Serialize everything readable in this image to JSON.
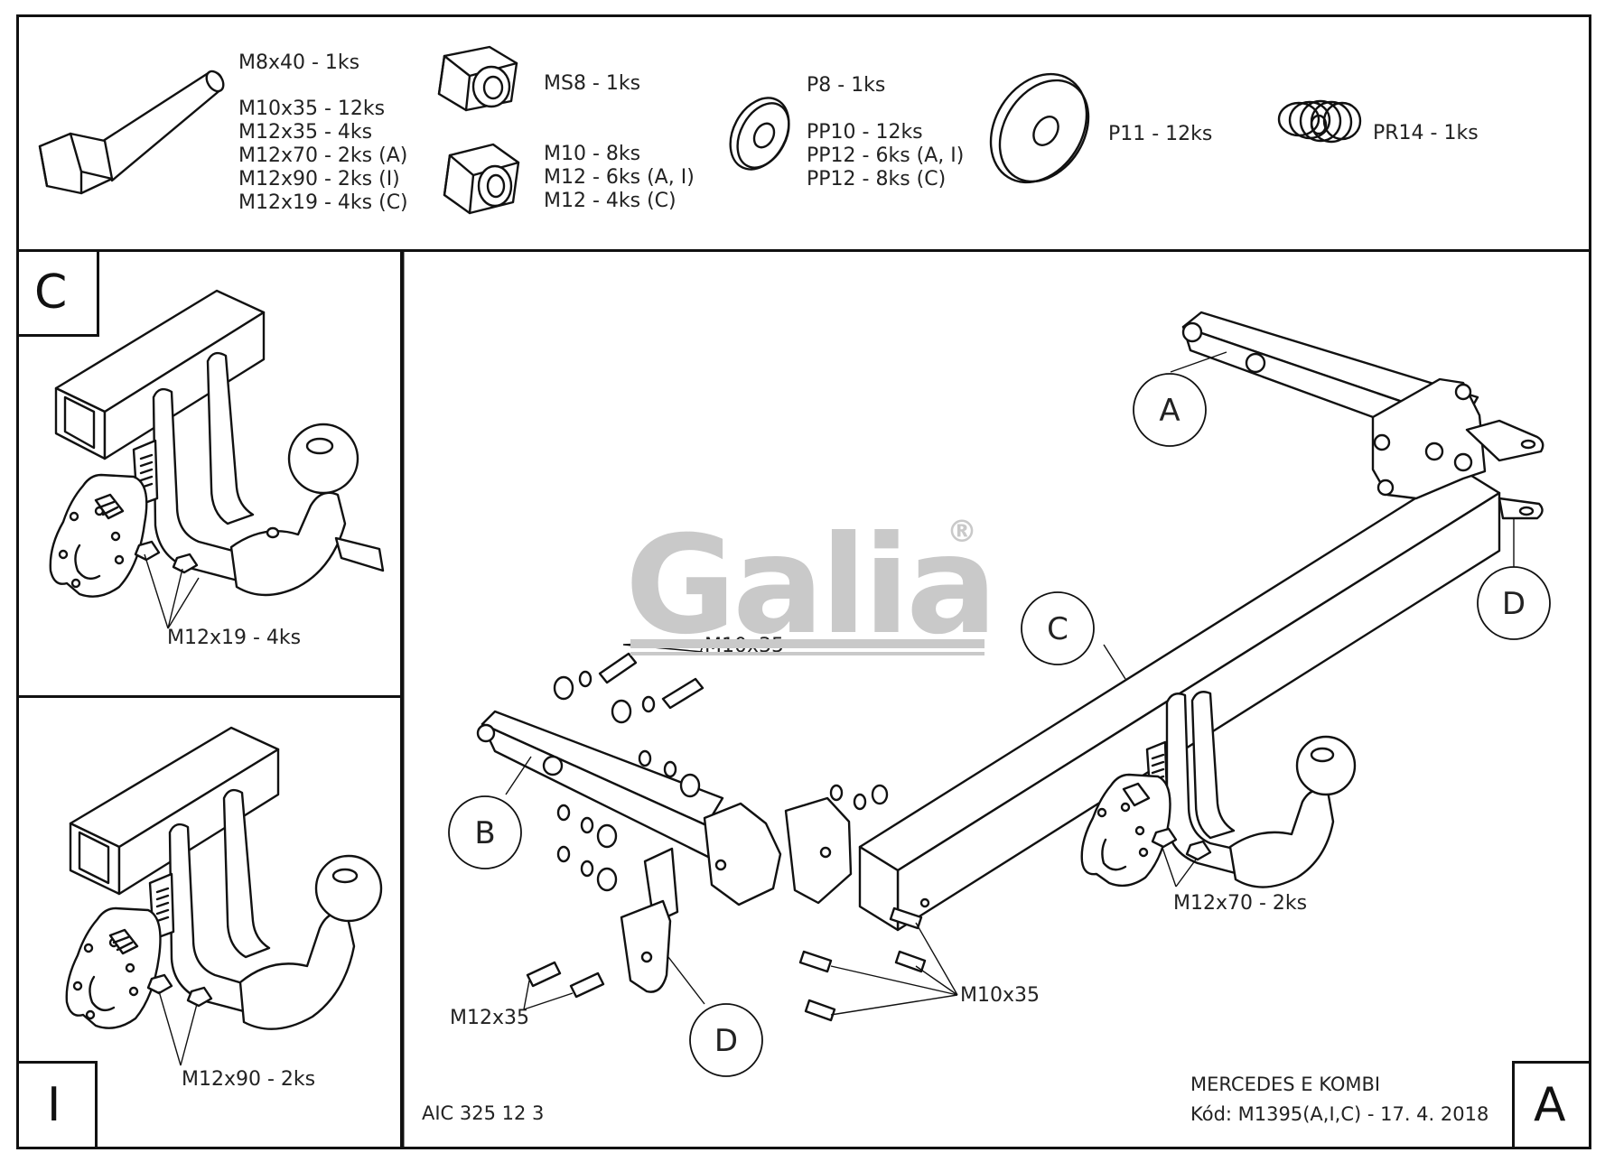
{
  "parts": {
    "bolt": [
      "M8x40 - 1ks",
      "M10x35 - 12ks",
      "M12x35 - 4ks",
      "M12x70 - 2ks (A)",
      "M12x90 - 2ks (I)",
      "M12x19 - 4ks (C)"
    ],
    "self_lock_nut": "MS8 - 1ks",
    "nut": [
      "M10 - 8ks",
      "M12 - 6ks (A, I)",
      "M12 - 4ks (C)"
    ],
    "washer_small": [
      "P8 - 1ks",
      "PP10 - 12ks",
      "PP12 - 6ks (A, I)",
      "PP12 - 8ks (C)"
    ],
    "washer_large": "P11 - 12ks",
    "spring": "PR14 - 1ks"
  },
  "variants": {
    "c": {
      "letter": "C",
      "bolt_label": "M12x19 - 4ks"
    },
    "i": {
      "letter": "I",
      "bolt_label": "M12x90 - 2ks"
    },
    "a": {
      "letter": "A",
      "bolt_label": "M12x70 - 2ks"
    }
  },
  "main": {
    "callouts": {
      "a": "A",
      "b": "B",
      "c": "C",
      "d1": "D",
      "d2": "D"
    },
    "labels": {
      "m10_top": "M10x35",
      "m10_bottom": "M10x35",
      "m12x35": "M12x35"
    }
  },
  "logo": {
    "text": "Galia",
    "mark": "®"
  },
  "footer": {
    "doc_code": "AIC 325 12 3",
    "vehicle": "MERCEDES E KOMBI",
    "code_line": "Kód: M1395(A,I,C) - 17. 4. 2018"
  },
  "colors": {
    "line": "#111111",
    "logo_gray": "#c9c9c9",
    "background": "#ffffff"
  }
}
